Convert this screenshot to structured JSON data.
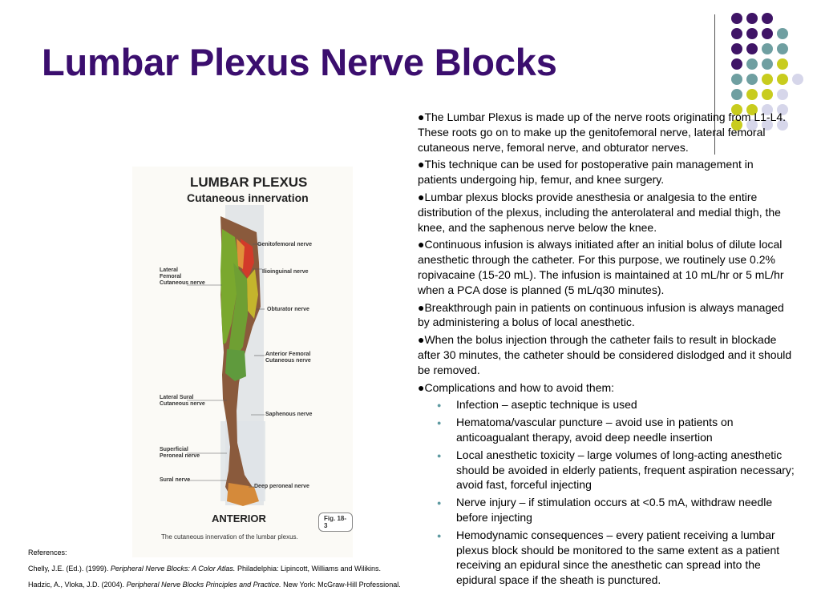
{
  "slide": {
    "title": "Lumbar Plexus Nerve Blocks"
  },
  "figure": {
    "title": "LUMBAR PLEXUS",
    "subtitle": "Cutaneous innervation",
    "labels_left": {
      "lateral_femoral": "Lateral\nFemoral\nCutaneous nerve",
      "lateral_sural": "Lateral Sural\nCutaneous nerve",
      "superficial_peroneal": "Superficial\nPeroneal nerve",
      "sural": "Sural nerve"
    },
    "labels_right": {
      "genitofemoral": "Genitofemoral nerve",
      "ilioinguinal": "Ilioinguinal nerve",
      "obturator": "Obturator nerve",
      "anterior_femoral": "Anterior Femoral\nCutaneous nerve",
      "saphenous": "Saphenous nerve",
      "deep_peroneal": "Deep peroneal nerve"
    },
    "view": "ANTERIOR",
    "fig_number": "Fig. 18-3",
    "caption": "The cutaneous innervation of the lumbar plexus."
  },
  "bullets": [
    "The Lumbar Plexus is made up of the nerve roots originating from L1-L4. These roots go on to make up the genitofemoral nerve, lateral femoral cutaneous nerve, femoral nerve, and obturator nerves.",
    "This technique can be used for postoperative pain management in patients undergoing hip, femur, and knee surgery.",
    "Lumbar plexus blocks provide anesthesia or analgesia to the entire distribution of the plexus, including the anterolateral and medial thigh, the knee, and the saphenous nerve below the knee.",
    "Continuous infusion is always initiated after an initial bolus of dilute local anesthetic through the catheter. For this purpose, we routinely use 0.2% ropivacaine (15-20 mL).  The infusion is maintained at 10 mL/hr or 5 mL/hr when a PCA dose is planned (5 mL/q30 minutes).",
    "Breakthrough pain in patients on continuous infusion is always managed by administering a bolus of local anesthetic.",
    "When the bolus injection through the catheter fails to result in blockade after 30 minutes, the catheter should be considered dislodged and it should be removed.",
    "Complications and how to avoid them:"
  ],
  "sub_bullets": [
    "Infection – aseptic technique is used",
    "Hematoma/vascular puncture – avoid use in patients on anticoagualant therapy, avoid deep needle insertion",
    "Local anesthetic toxicity – large volumes of long-acting anesthetic should be avoided in elderly patients, frequent aspiration necessary; avoid fast, forceful injecting",
    "Nerve injury – if stimulation occurs at <0.5 mA, withdraw needle before injecting",
    "Hemodynamic consequences – every patient receiving a lumbar plexus block should be monitored to the same extent as a patient receiving an epidural since the anesthetic can spread into the epidural space if the sheath is punctured."
  ],
  "references": {
    "heading": "References:",
    "ref1_authors": "Chelly, J.E. (Ed.). (1999). ",
    "ref1_title": "Peripheral Nerve Blocks: A Color Atlas.",
    "ref1_publisher": "     Philadelphia: Lipincott, Williams and Wilikins.",
    "ref2_authors": "Hadzic, A., Vloka, J.D. (2004). ",
    "ref2_title": "Peripheral Nerve Blocks Principles and Practice.",
    "ref2_publisher": " New York: McGraw-Hill Professional."
  },
  "colors": {
    "title": "#3b0e6e",
    "dot_purple": "#3f1466",
    "dot_teal": "#6f9fa1",
    "dot_yellow": "#c8cc1e",
    "dot_lavender": "#d6d6ea",
    "sub_bullet": "#5e9aa1"
  },
  "icons": {
    "bullet": "filled-circle",
    "sub_bullet": "small-dot"
  }
}
